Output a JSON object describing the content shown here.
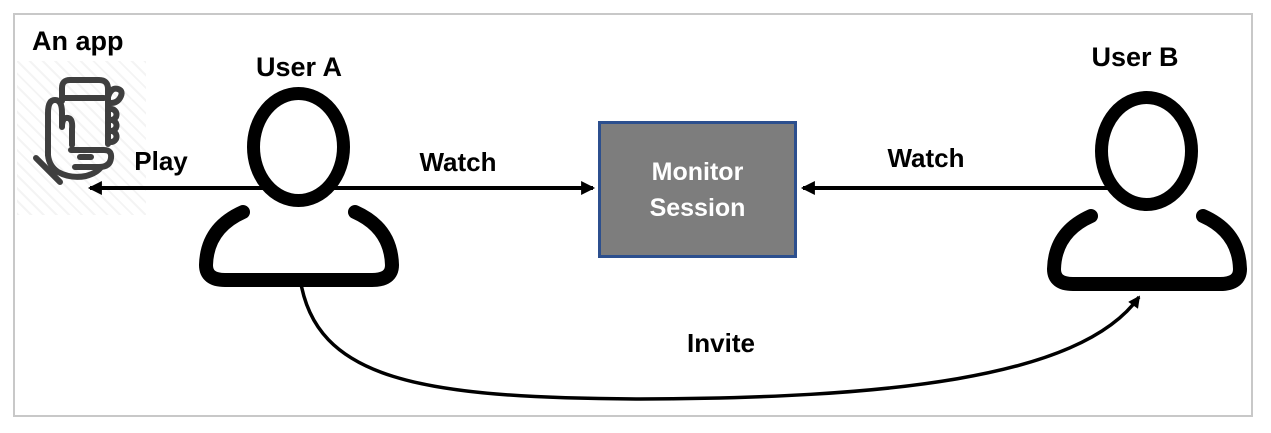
{
  "diagram": {
    "app": {
      "label": "An app"
    },
    "actors": {
      "user_a": {
        "label": "User A"
      },
      "user_b": {
        "label": "User B"
      }
    },
    "monitor_session": {
      "line1": "Monitor",
      "line2": "Session"
    },
    "edges": {
      "play": {
        "label": "Play",
        "from": "user_a",
        "to": "app",
        "style": "straight-arrow-left"
      },
      "watch_a": {
        "label": "Watch",
        "from": "user_a",
        "to": "monitor_session",
        "style": "straight-arrow-right"
      },
      "watch_b": {
        "label": "Watch",
        "from": "user_b",
        "to": "monitor_session",
        "style": "straight-arrow-left"
      },
      "invite": {
        "label": "Invite",
        "from": "user_a",
        "to": "user_b",
        "style": "curved-arrow"
      }
    },
    "colors": {
      "node_fill": "#7d7d7d",
      "node_border": "#2c4f8e",
      "node_text": "#ffffff",
      "arrow": "#000000",
      "person_icon": "#000000",
      "app_icon": "#3f3f3f",
      "frame_border": "#c8c8c8",
      "background": "#ffffff"
    }
  }
}
